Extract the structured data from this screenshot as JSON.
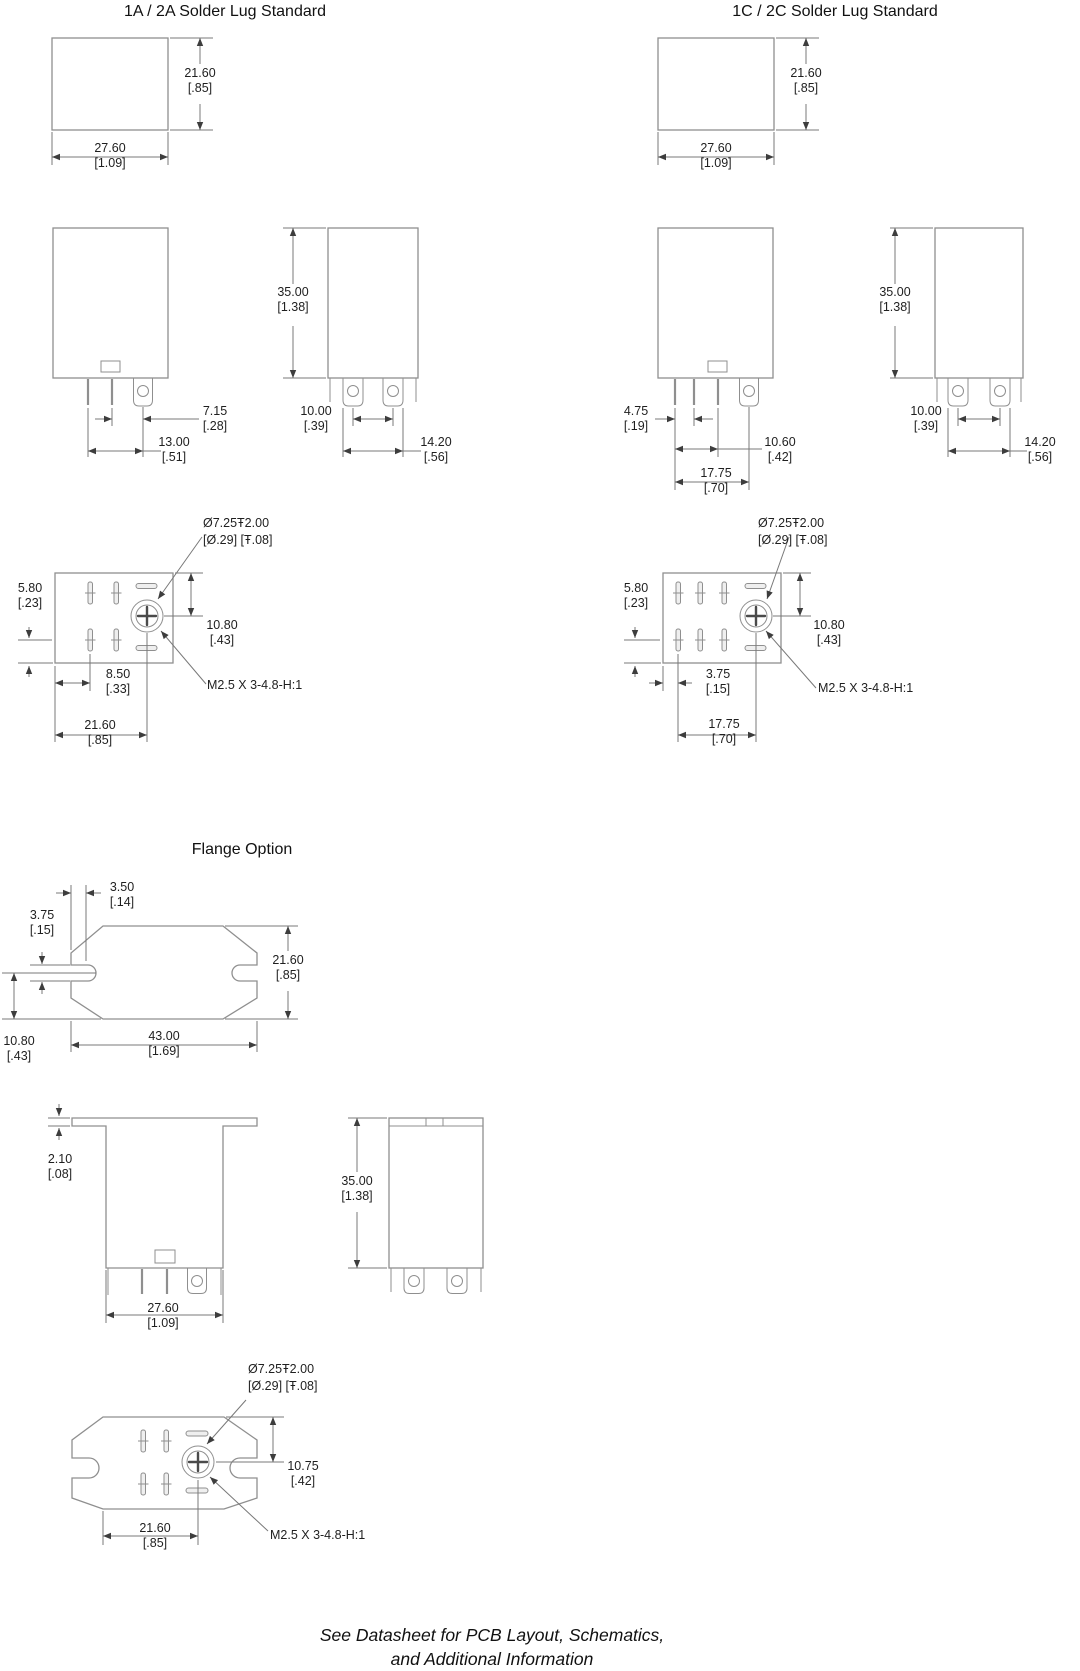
{
  "sections": {
    "solder_1a2a": {
      "title": "1A / 2A Solder Lug Standard",
      "top_height_mm": "21.60",
      "top_height_in": "[.85]",
      "top_width_mm": "27.60",
      "top_width_in": "[1.09]",
      "front_offset_mm": "7.15",
      "front_offset_in": "[.28]",
      "front_span_mm": "13.00",
      "front_span_in": "[.51]",
      "side_height_mm": "35.00",
      "side_height_in": "[1.38]",
      "side_pitch_mm": "10.00",
      "side_pitch_in": "[.39]",
      "side_span_mm": "14.20",
      "side_span_in": "[.56]",
      "hole_note_mm": "Ø7.25Ŧ2.00",
      "hole_note_in": "[Ø.29] [Ŧ.08]",
      "bottom_edge_mm": "5.80",
      "bottom_edge_in": "[.23]",
      "bottom_offset_mm": "10.80",
      "bottom_offset_in": "[.43]",
      "bottom_pin_mm": "8.50",
      "bottom_pin_in": "[.33]",
      "bottom_span_mm": "21.60",
      "bottom_span_in": "[.85]",
      "thread_note": "M2.5 X 3-4.8-H:1"
    },
    "solder_1c2c": {
      "title": "1C / 2C Solder Lug Standard",
      "top_height_mm": "21.60",
      "top_height_in": "[.85]",
      "top_width_mm": "27.60",
      "top_width_in": "[1.09]",
      "front_pitch_mm": "4.75",
      "front_pitch_in": "[.19]",
      "front_mid_mm": "10.60",
      "front_mid_in": "[.42]",
      "front_span_mm": "17.75",
      "front_span_in": "[.70]",
      "side_height_mm": "35.00",
      "side_height_in": "[1.38]",
      "side_pitch_mm": "10.00",
      "side_pitch_in": "[.39]",
      "side_span_mm": "14.20",
      "side_span_in": "[.56]",
      "hole_note_mm": "Ø7.25Ŧ2.00",
      "hole_note_in": "[Ø.29] [Ŧ.08]",
      "bottom_edge_mm": "5.80",
      "bottom_edge_in": "[.23]",
      "bottom_offset_mm": "10.80",
      "bottom_offset_in": "[.43]",
      "bottom_pin_mm": "3.75",
      "bottom_pin_in": "[.15]",
      "bottom_span_mm": "17.75",
      "bottom_span_in": "[.70]",
      "thread_note": "M2.5 X 3-4.8-H:1"
    },
    "flange": {
      "title": "Flange Option",
      "notch_width_mm": "3.50",
      "notch_width_in": "[.14]",
      "notch_height_mm": "3.75",
      "notch_height_in": "[.15]",
      "top_height_mm": "21.60",
      "top_height_in": "[.85]",
      "top_width_mm": "43.00",
      "top_width_in": "[1.69]",
      "notch_offset_mm": "10.80",
      "notch_offset_in": "[.43]",
      "plate_mm": "2.10",
      "plate_in": "[.08]",
      "front_width_mm": "27.60",
      "front_width_in": "[1.09]",
      "side_height_mm": "35.00",
      "side_height_in": "[1.38]",
      "hole_note_mm": "Ø7.25Ŧ2.00",
      "hole_note_in": "[Ø.29] [Ŧ.08]",
      "bottom_offset_mm": "10.75",
      "bottom_offset_in": "[.42]",
      "bottom_span_mm": "21.60",
      "bottom_span_in": "[.85]",
      "thread_note": "M2.5 X 3-4.8-H:1"
    }
  },
  "footer": {
    "line1": "See Datasheet for PCB Layout, Schematics,",
    "line2": "and Additional Information"
  }
}
